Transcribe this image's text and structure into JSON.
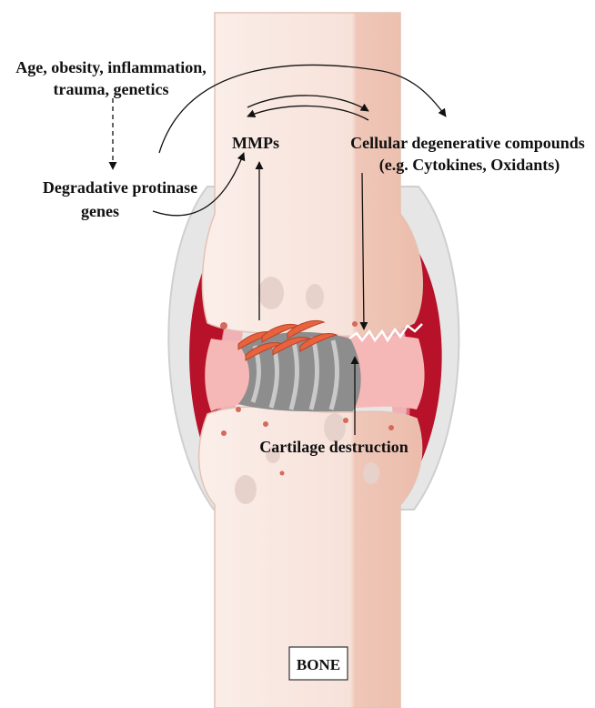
{
  "labels": {
    "risk_factors_line1": "Age, obesity, inflammation,",
    "risk_factors_line2": "trauma, genetics",
    "protinase_line1": "Degradative protinase",
    "protinase_line2": "genes",
    "mmps": "MMPs",
    "compounds_line1": "Cellular degenerative compounds",
    "compounds_line2": "(e.g. Cytokines, Oxidants)",
    "cartilage_destruction": "Cartilage destruction",
    "bone": "BONE"
  },
  "colors": {
    "bone": "#f6e3dc",
    "bone_shade": "#eec6b8",
    "synovium": "#b8112a",
    "synovium_light": "#f29aa0",
    "capsule": "#dcdcdc",
    "cartilage_gray": "#8d8d8d",
    "fibers": "#e8623e",
    "arrow": "#111111"
  }
}
